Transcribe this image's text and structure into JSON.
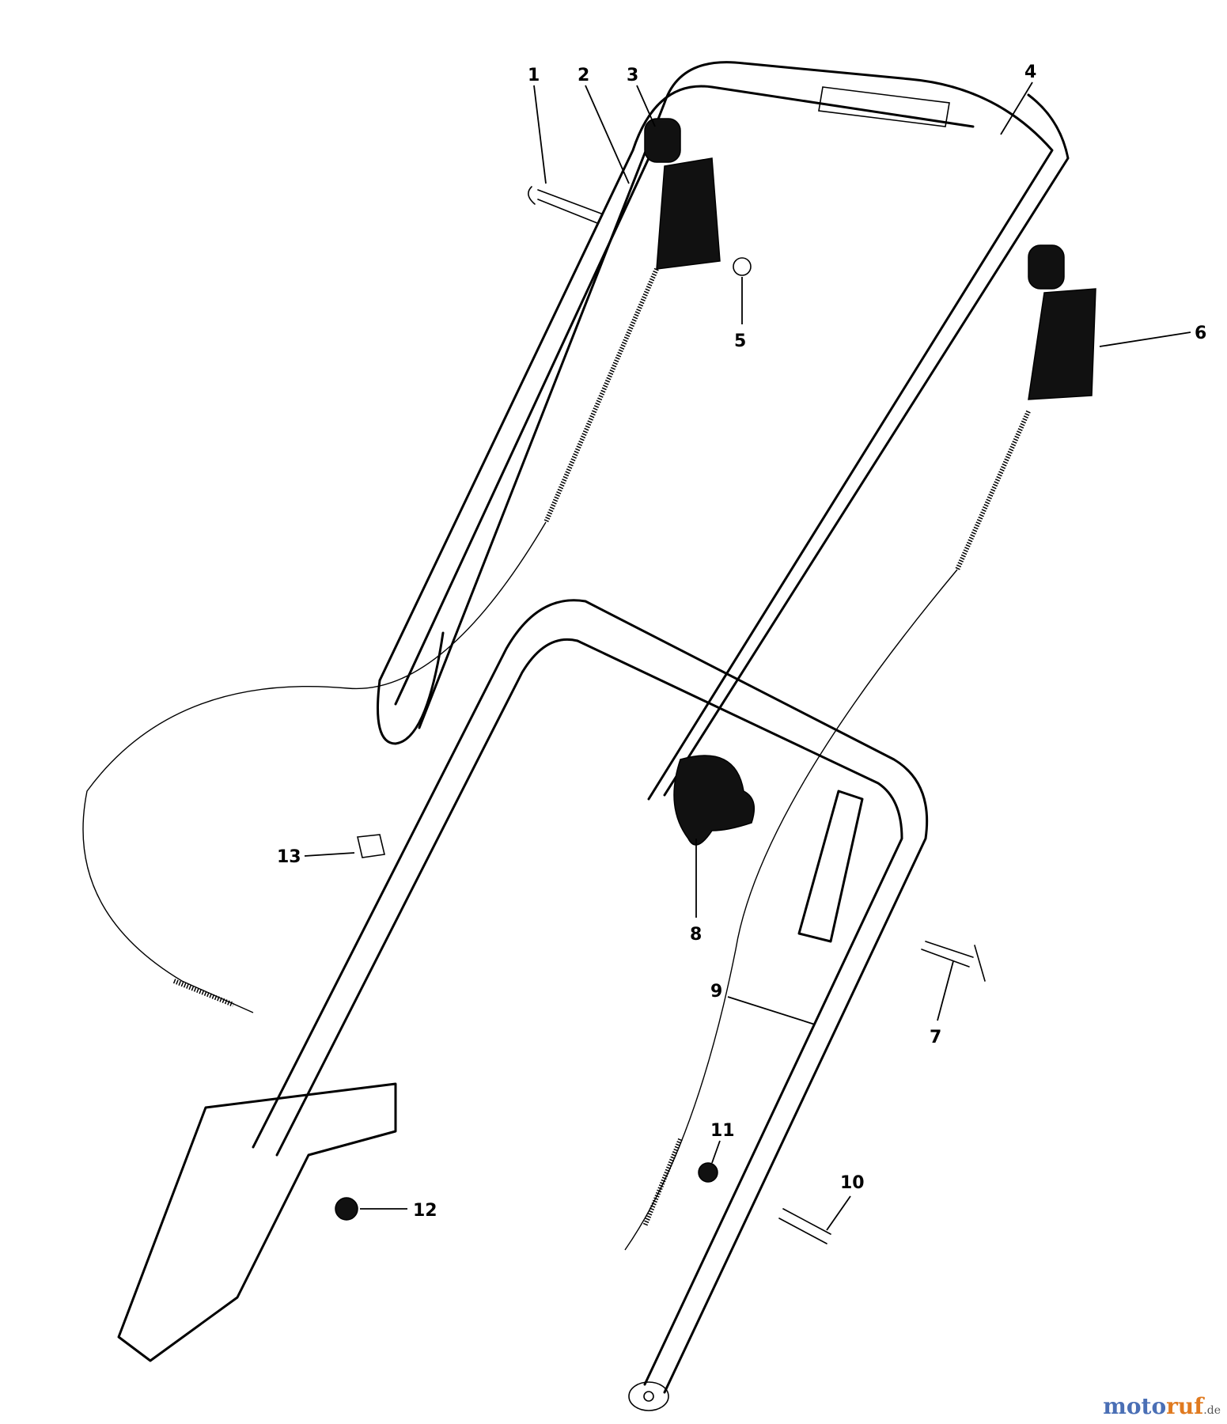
{
  "callouts": [
    {
      "id": "1",
      "label": "1"
    },
    {
      "id": "2",
      "label": "2"
    },
    {
      "id": "3",
      "label": "3"
    },
    {
      "id": "4",
      "label": "4"
    },
    {
      "id": "5",
      "label": "5"
    },
    {
      "id": "6",
      "label": "6"
    },
    {
      "id": "7",
      "label": "7"
    },
    {
      "id": "8",
      "label": "8"
    },
    {
      "id": "9",
      "label": "9"
    },
    {
      "id": "10",
      "label": "10"
    },
    {
      "id": "11",
      "label": "11"
    },
    {
      "id": "12",
      "label": "12"
    },
    {
      "id": "13",
      "label": "13"
    }
  ],
  "watermark": {
    "part1": "moto",
    "part2": "ruf",
    "part3": ".de"
  }
}
